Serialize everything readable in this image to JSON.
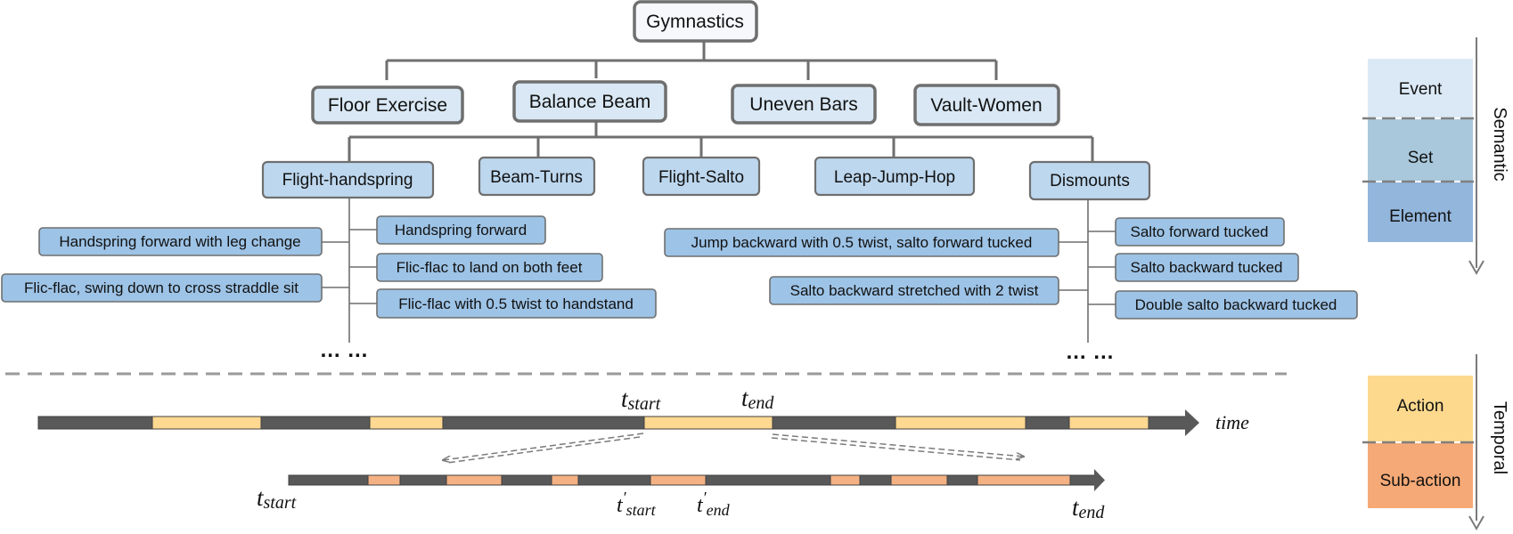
{
  "taxonomy": {
    "root": "Gymnastics",
    "events": [
      "Floor Exercise",
      "Balance Beam",
      "Uneven Bars",
      "Vault-Women"
    ],
    "sets": [
      "Flight-handspring",
      "Beam-Turns",
      "Flight-Salto",
      "Leap-Jump-Hop",
      "Dismounts"
    ],
    "elements_left_a": [
      "Handspring forward with leg change",
      "Flic-flac, swing down to cross straddle sit"
    ],
    "elements_left_b": [
      "Handspring forward",
      "Flic-flac to land on both feet",
      "Flic-flac with 0.5 twist to handstand"
    ],
    "elements_right_a": [
      "Jump backward with 0.5 twist, salto forward tucked",
      "Salto backward stretched with 2 twist"
    ],
    "elements_right_b": [
      "Salto forward tucked",
      "Salto backward tucked",
      "Double salto backward tucked"
    ],
    "ellipsis": "… …"
  },
  "legend": {
    "semantic_title": "Semantic",
    "semantic_levels": [
      "Event",
      "Set",
      "Element"
    ],
    "temporal_title": "Temporal",
    "temporal_levels": [
      "Action",
      "Sub-action"
    ]
  },
  "timeline": {
    "axis_label": "time",
    "t_symbol": "t",
    "start_sub": "start",
    "end_sub": "end",
    "prime": "′"
  },
  "colors": {
    "root_fill": "#f6f8fb",
    "event_fill": "#d9e8f4",
    "set_fill": "#bdd7ee",
    "element_fill": "#9dc3e6",
    "box_stroke": "#6f6f6f",
    "bar_gray": "#595959",
    "action": "#ffd891",
    "subaction": "#f4b183",
    "legend_event": "#dbe9f6",
    "legend_set": "#a9c8dc",
    "legend_element": "#93b6dc",
    "legend_action": "#fdd98e",
    "legend_subaction": "#f5a976"
  }
}
